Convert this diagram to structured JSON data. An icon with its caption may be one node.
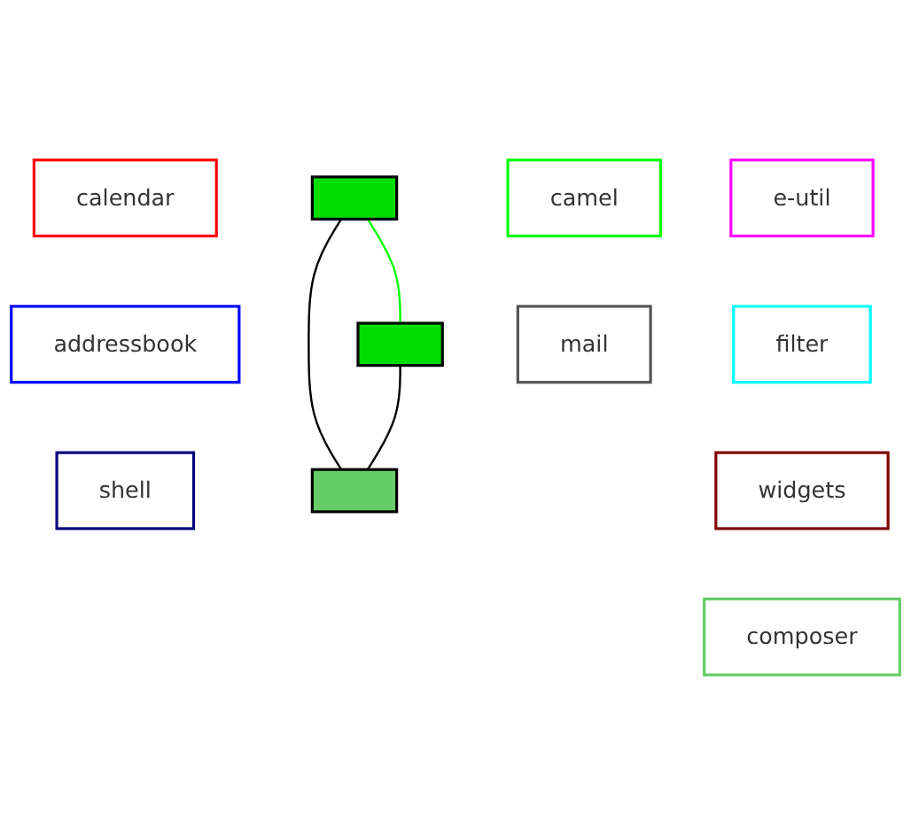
{
  "diagram": {
    "nodes": [
      {
        "text": [
          "camel"
        ]
      },
      {
        "text": [
          "calendar"
        ]
      },
      {
        "text": [],
        "shape": "box"
      },
      {
        "text": [
          "e-util"
        ]
      },
      {
        "text": [],
        "shape": "box"
      },
      {
        "text": [
          "filter"
        ]
      },
      {
        "text": [
          "addressbook"
        ]
      },
      {
        "text": [
          "mail"
        ]
      },
      {
        "text": [
          "shell"
        ]
      },
      {
        "text": [],
        "shape": "box"
      },
      {
        "text": [
          "widgets"
        ]
      },
      {
        "text": [
          "composer"
        ]
      }
    ],
    "edges": [
      {
        "from": 2,
        "to": 4,
        "arrow": "none",
        "color": "#00ff00"
      },
      {
        "from": 2,
        "to": 9,
        "arrow": "none"
      },
      {
        "from": 4,
        "to": 9,
        "arrow": "none"
      }
    ]
  }
}
